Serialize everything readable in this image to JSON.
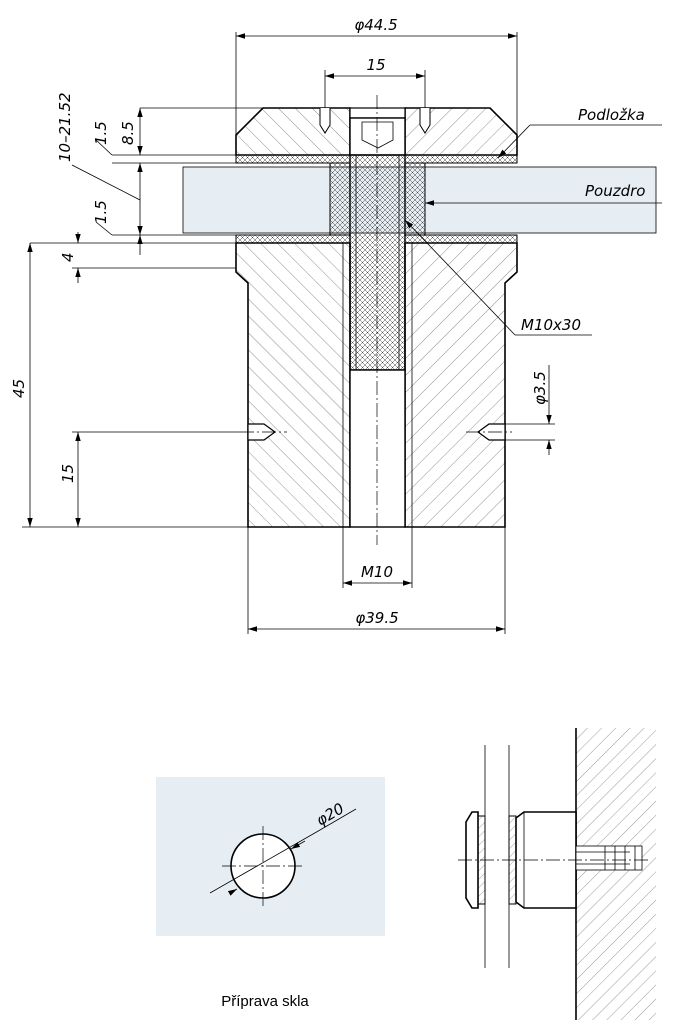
{
  "dimensions": {
    "outer_diameter": "φ44.5",
    "cap_width": "15",
    "glass_thickness_range": "10–21.52",
    "washer_thickness_top": "1.5",
    "cap_height": "8.5",
    "washer_thickness_bottom": "1.5",
    "base_offset": "4",
    "body_height": "45",
    "pin_height": "15",
    "pin_hole_diameter": "φ3.5",
    "thread": "M10",
    "body_diameter": "φ39.5",
    "glass_hole_diameter": "φ20"
  },
  "callouts": {
    "washer": "Podložka",
    "bushing": "Pouzdro",
    "screw": "M10x30"
  },
  "captions": {
    "glass_preparation": "Příprava skla"
  }
}
